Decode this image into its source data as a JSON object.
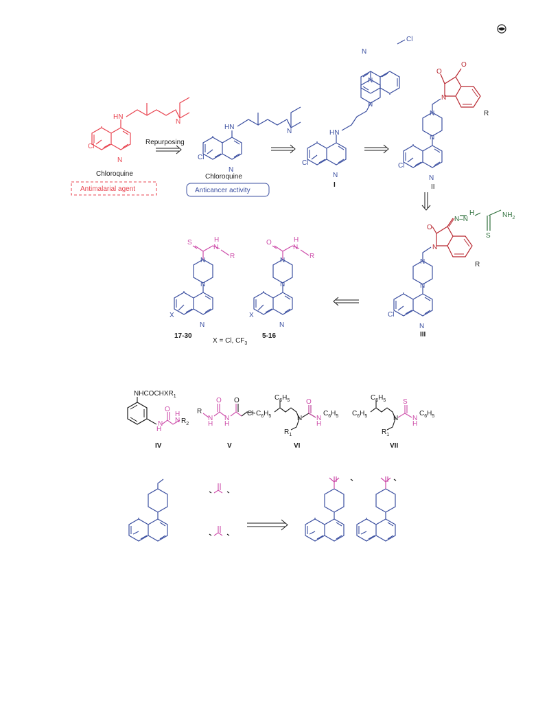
{
  "colors": {
    "red": "#e8434f",
    "blue": "#3b4fa0",
    "crimson": "#b8262f",
    "magenta": "#cc4aa8",
    "green": "#2e6f3b",
    "black": "#1a1a1a"
  },
  "corner_icon": "logo-icon",
  "top": {
    "chloroquine_label_1": "Chloroquine",
    "antimalarial_label": "Antimalarial agent",
    "repurposing_label": "Repurposing",
    "chloroquine_label_2": "Chloroquine",
    "anticancer_label": "Anticancer activity",
    "compound_I": "I",
    "compound_II": "II",
    "compound_III": "III",
    "series_17_30": "17-30",
    "series_5_16": "5-16",
    "x_definition_prefix": "X = Cl, CF",
    "x_definition_sub": "3"
  },
  "atoms": {
    "HN": "HN",
    "N": "N",
    "Cl": "Cl",
    "O": "O",
    "S": "S",
    "H": "H",
    "R": "R",
    "X": "X",
    "NH2": "NH",
    "NH2_sub": "2",
    "NN": "N–N"
  },
  "middle": {
    "IV_sub": "NHCOCHXR",
    "IV_sub_index": "1",
    "R2": "R",
    "R2_index": "2",
    "C6H5_C": "C",
    "C6H5_6": "6",
    "C6H5_H": "H",
    "C6H5_5": "5",
    "R1": "R",
    "R1_index": "1",
    "label_IV": "IV",
    "label_V": "V",
    "label_VI": "VI",
    "label_VII": "VII"
  }
}
